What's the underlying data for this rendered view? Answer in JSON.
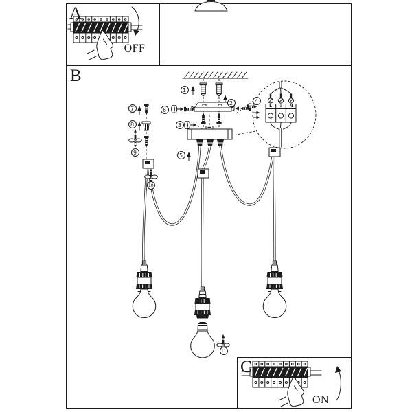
{
  "canvas": {
    "background": "#ffffff",
    "ink": "#1c1c1c"
  },
  "panel_a": {
    "label": "A",
    "switch_state": "OFF"
  },
  "panel_b": {
    "label": "B"
  },
  "panel_c": {
    "label": "C",
    "switch_state": "ON"
  },
  "magnifier_terminal_block": {
    "live": "L",
    "earth": "⏚",
    "neutral": "N"
  },
  "callouts": {
    "n1": "1",
    "n2": "2",
    "n3": "3",
    "n4": "4",
    "n5": "5",
    "n6": "6",
    "n7": "7",
    "n8": "8",
    "n9": "9",
    "n10": "10",
    "n11": "11"
  },
  "icons": {
    "pointing-hand-icon": "hand outline pointing at breaker switch",
    "curved-arrow-down-icon": "arc arrow, switch off direction",
    "curved-arrow-up-icon": "arc arrow, switch on direction",
    "up-arrow-icon": "assembly direction arrow",
    "right-arrow-icon": "assembly direction arrow",
    "wall-anchor-icon": "plastic wall plug",
    "screw-icon": "mounting screw",
    "thumb-screw-icon": "winged thumb screw",
    "washer-icon": "washer / grommet",
    "magnifier-circle": "dashed zoom detail circle",
    "breaker-strip-icon": "row of circuit breakers",
    "light-bulb-icon": "incandescent bulb",
    "lamp-socket-icon": "pendant lamp holder"
  }
}
